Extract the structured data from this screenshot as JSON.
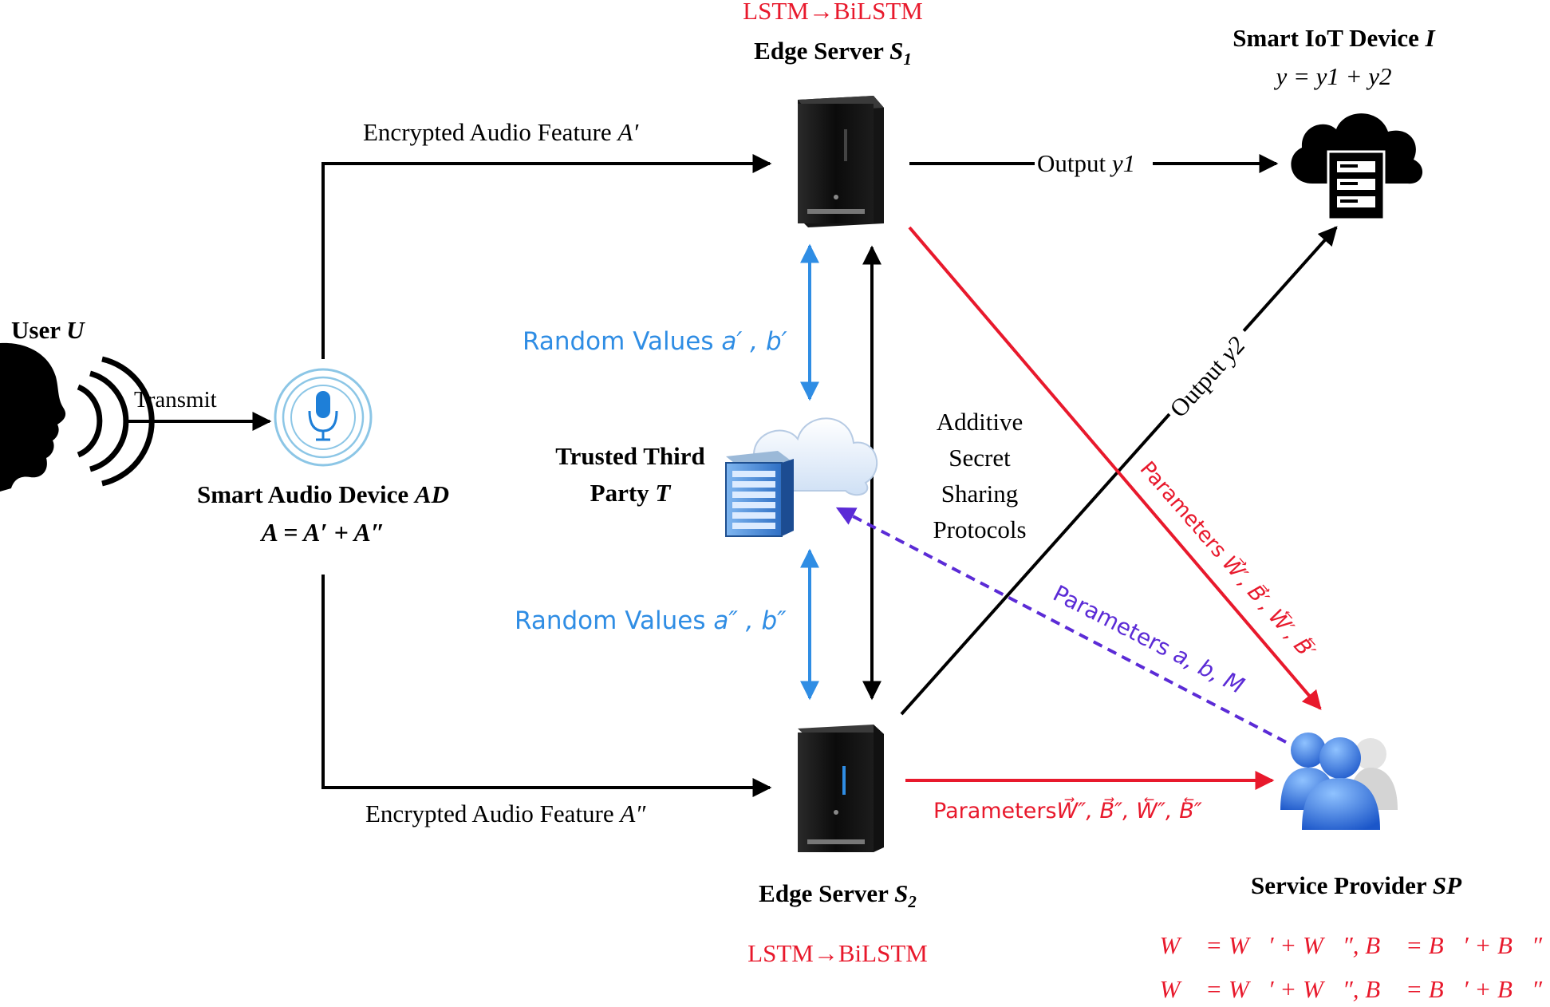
{
  "edge_server_1": {
    "model": "LSTM→BiLSTM",
    "label": "Edge Server",
    "symbol": "S",
    "sub": "1"
  },
  "edge_server_2": {
    "model": "LSTM→BiLSTM",
    "label": "Edge Server",
    "symbol": "S",
    "sub": "2"
  },
  "iot_device": {
    "label": "Smart IoT Device",
    "symbol": "I",
    "equation": "y = y1 + y2"
  },
  "user": {
    "label": "User",
    "symbol": "U"
  },
  "transmit_label": "Transmit",
  "audio_device": {
    "label": "Smart Audio Device",
    "symbol": "AD",
    "equation": "A = A′ + A″"
  },
  "flows": {
    "top_label": "Encrypted Audio Feature",
    "top_symbol": "A′",
    "bottom_label": "Encrypted Audio Feature",
    "bottom_symbol": "A″",
    "output_1_label": "Output",
    "output_1_symbol": "y1",
    "output_2_label": "Output",
    "output_2_symbol": "y2",
    "random_top_label": "Random Values",
    "random_top_symbols": "a′ , b′",
    "random_bottom_label": "Random Values",
    "random_bottom_symbols": "a″ , b″",
    "params_red_diag_label": "Parameters",
    "params_red_diag_symbols": "W⃗′, B⃗′, W⃖′, B⃖′",
    "params_purple_label": "Parameters",
    "params_purple_symbols": "a, b, M",
    "params_red_bottom_label": "Parameters",
    "params_red_bottom_symbols": "W⃗″, B⃗″, W⃖″, B⃖″"
  },
  "additive_protocol_lines": [
    "Additive",
    "Secret",
    "Sharing",
    "Protocols"
  ],
  "trusted_third_party": {
    "line1": "Trusted Third",
    "line2": "Party",
    "symbol": "T"
  },
  "service_provider": {
    "label": "Service Provider",
    "symbol": "SP",
    "equation_1": "W⃗ = W⃗′ + W⃗″,   B⃗ = B⃗′ + B⃗″",
    "equation_2": "W⃖ = W⃖′ + W⃖″,   B⃖ = B⃖′ + B⃖″"
  },
  "colors": {
    "black": "#000000",
    "red": "#e8192c",
    "blue": "#2f8de4",
    "purple": "#5b2bd6"
  }
}
